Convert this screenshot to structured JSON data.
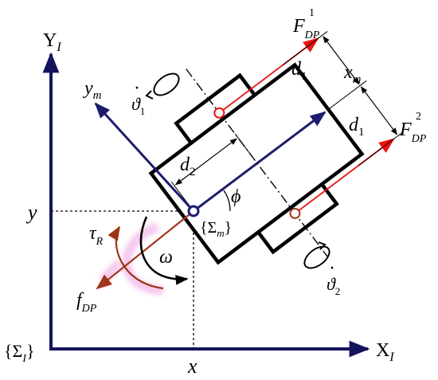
{
  "labels": {
    "y_axis": "Y",
    "y_axis_sub": "I",
    "x_axis": "X",
    "x_axis_sub": "I",
    "frame_inertial_open": "{Σ",
    "frame_inertial_sub": "I",
    "frame_inertial_close": "}",
    "frame_body_open": "{Σ",
    "frame_body_sub": "m",
    "frame_body_close": "}",
    "body_x": "x",
    "body_x_sub": "m",
    "body_y": "y",
    "body_y_sub": "m",
    "force1": "F",
    "force1_sub": "DP",
    "force1_sup": "1",
    "force2": "F",
    "force2_sub": "DP",
    "force2_sup": "2",
    "force_body": "f",
    "force_body_sub": "DP",
    "torque": "τ",
    "torque_sub": "R",
    "omega": "ω",
    "phi": "ϕ",
    "d1_a": "d",
    "d1_a_sub": "1",
    "d1_b": "d",
    "d1_b_sub": "1",
    "d2": "d",
    "d2_sub": "2",
    "pos_x": "x",
    "pos_y": "y",
    "wheel1_rate": "ϑ",
    "wheel1_rate_sub": "1",
    "wheel2_rate": "ϑ",
    "wheel2_rate_sub": "2",
    "dot": "·"
  },
  "colors": {
    "axis": "#14145e",
    "body_axis": "#1c1c6e",
    "force": "#ee1111",
    "fdp": "#a2361a",
    "torque": "#9c3414",
    "glow": "#f2b8ea",
    "outline": "#000000"
  }
}
